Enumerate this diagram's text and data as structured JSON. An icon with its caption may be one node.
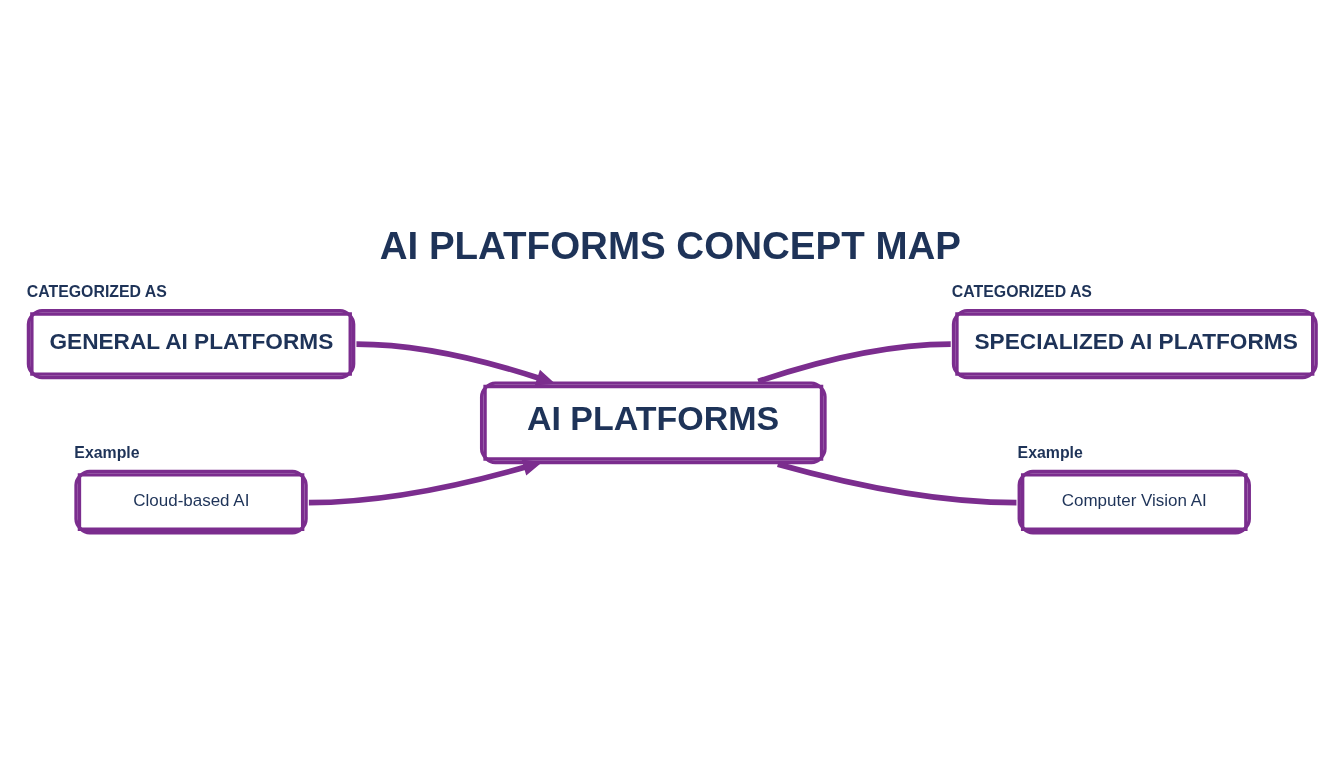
{
  "diagram": {
    "title": "AI PLATFORMS CONCEPT MAP",
    "nodes": [
      {
        "text": [
          "GENERAL AI PLATFORMS"
        ],
        "beside": [
          "CATEGORIZED AS"
        ]
      },
      {
        "text": [
          "Cloud-based AI"
        ],
        "beside": [
          "Example"
        ]
      },
      {
        "text": [
          "AI PLATFORMS"
        ]
      },
      {
        "text": [
          "SPECIALIZED AI PLATFORMS"
        ],
        "beside": [
          "CATEGORIZED AS"
        ]
      },
      {
        "text": [
          "Computer Vision AI"
        ],
        "beside": [
          "Example"
        ]
      }
    ],
    "edges": [
      {
        "from": 0,
        "to": 2,
        "arrow": "to"
      },
      {
        "from": 1,
        "to": 2,
        "arrow": "to"
      },
      {
        "from": 2,
        "to": 3,
        "arrow": "none"
      },
      {
        "from": 2,
        "to": 4,
        "arrow": "none"
      }
    ]
  }
}
